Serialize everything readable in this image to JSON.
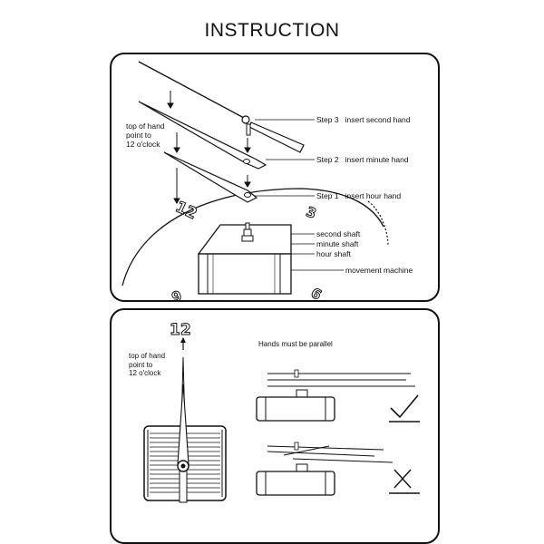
{
  "title": "INSTRUCTION",
  "panel1": {
    "note_lines": [
      "top of hand",
      "point to",
      "12 o'clock"
    ],
    "steps": [
      {
        "step": "Step 3",
        "text": "insert second hand"
      },
      {
        "step": "Step 2",
        "text": "insert minute hand"
      },
      {
        "step": "Step 1",
        "text": "insert hour hand"
      }
    ],
    "parts": [
      "second shaft",
      "minute shaft",
      "hour shaft",
      "movement  machine"
    ],
    "dial_numbers": [
      "12",
      "3",
      "9",
      "6"
    ]
  },
  "panel2": {
    "twelve": "12",
    "note_lines": [
      "top of hand",
      "point to",
      "12 o'clock"
    ],
    "parallel_label": "Hands must be parallel",
    "correct_icon": "check-icon",
    "wrong_icon": "cross-icon"
  }
}
